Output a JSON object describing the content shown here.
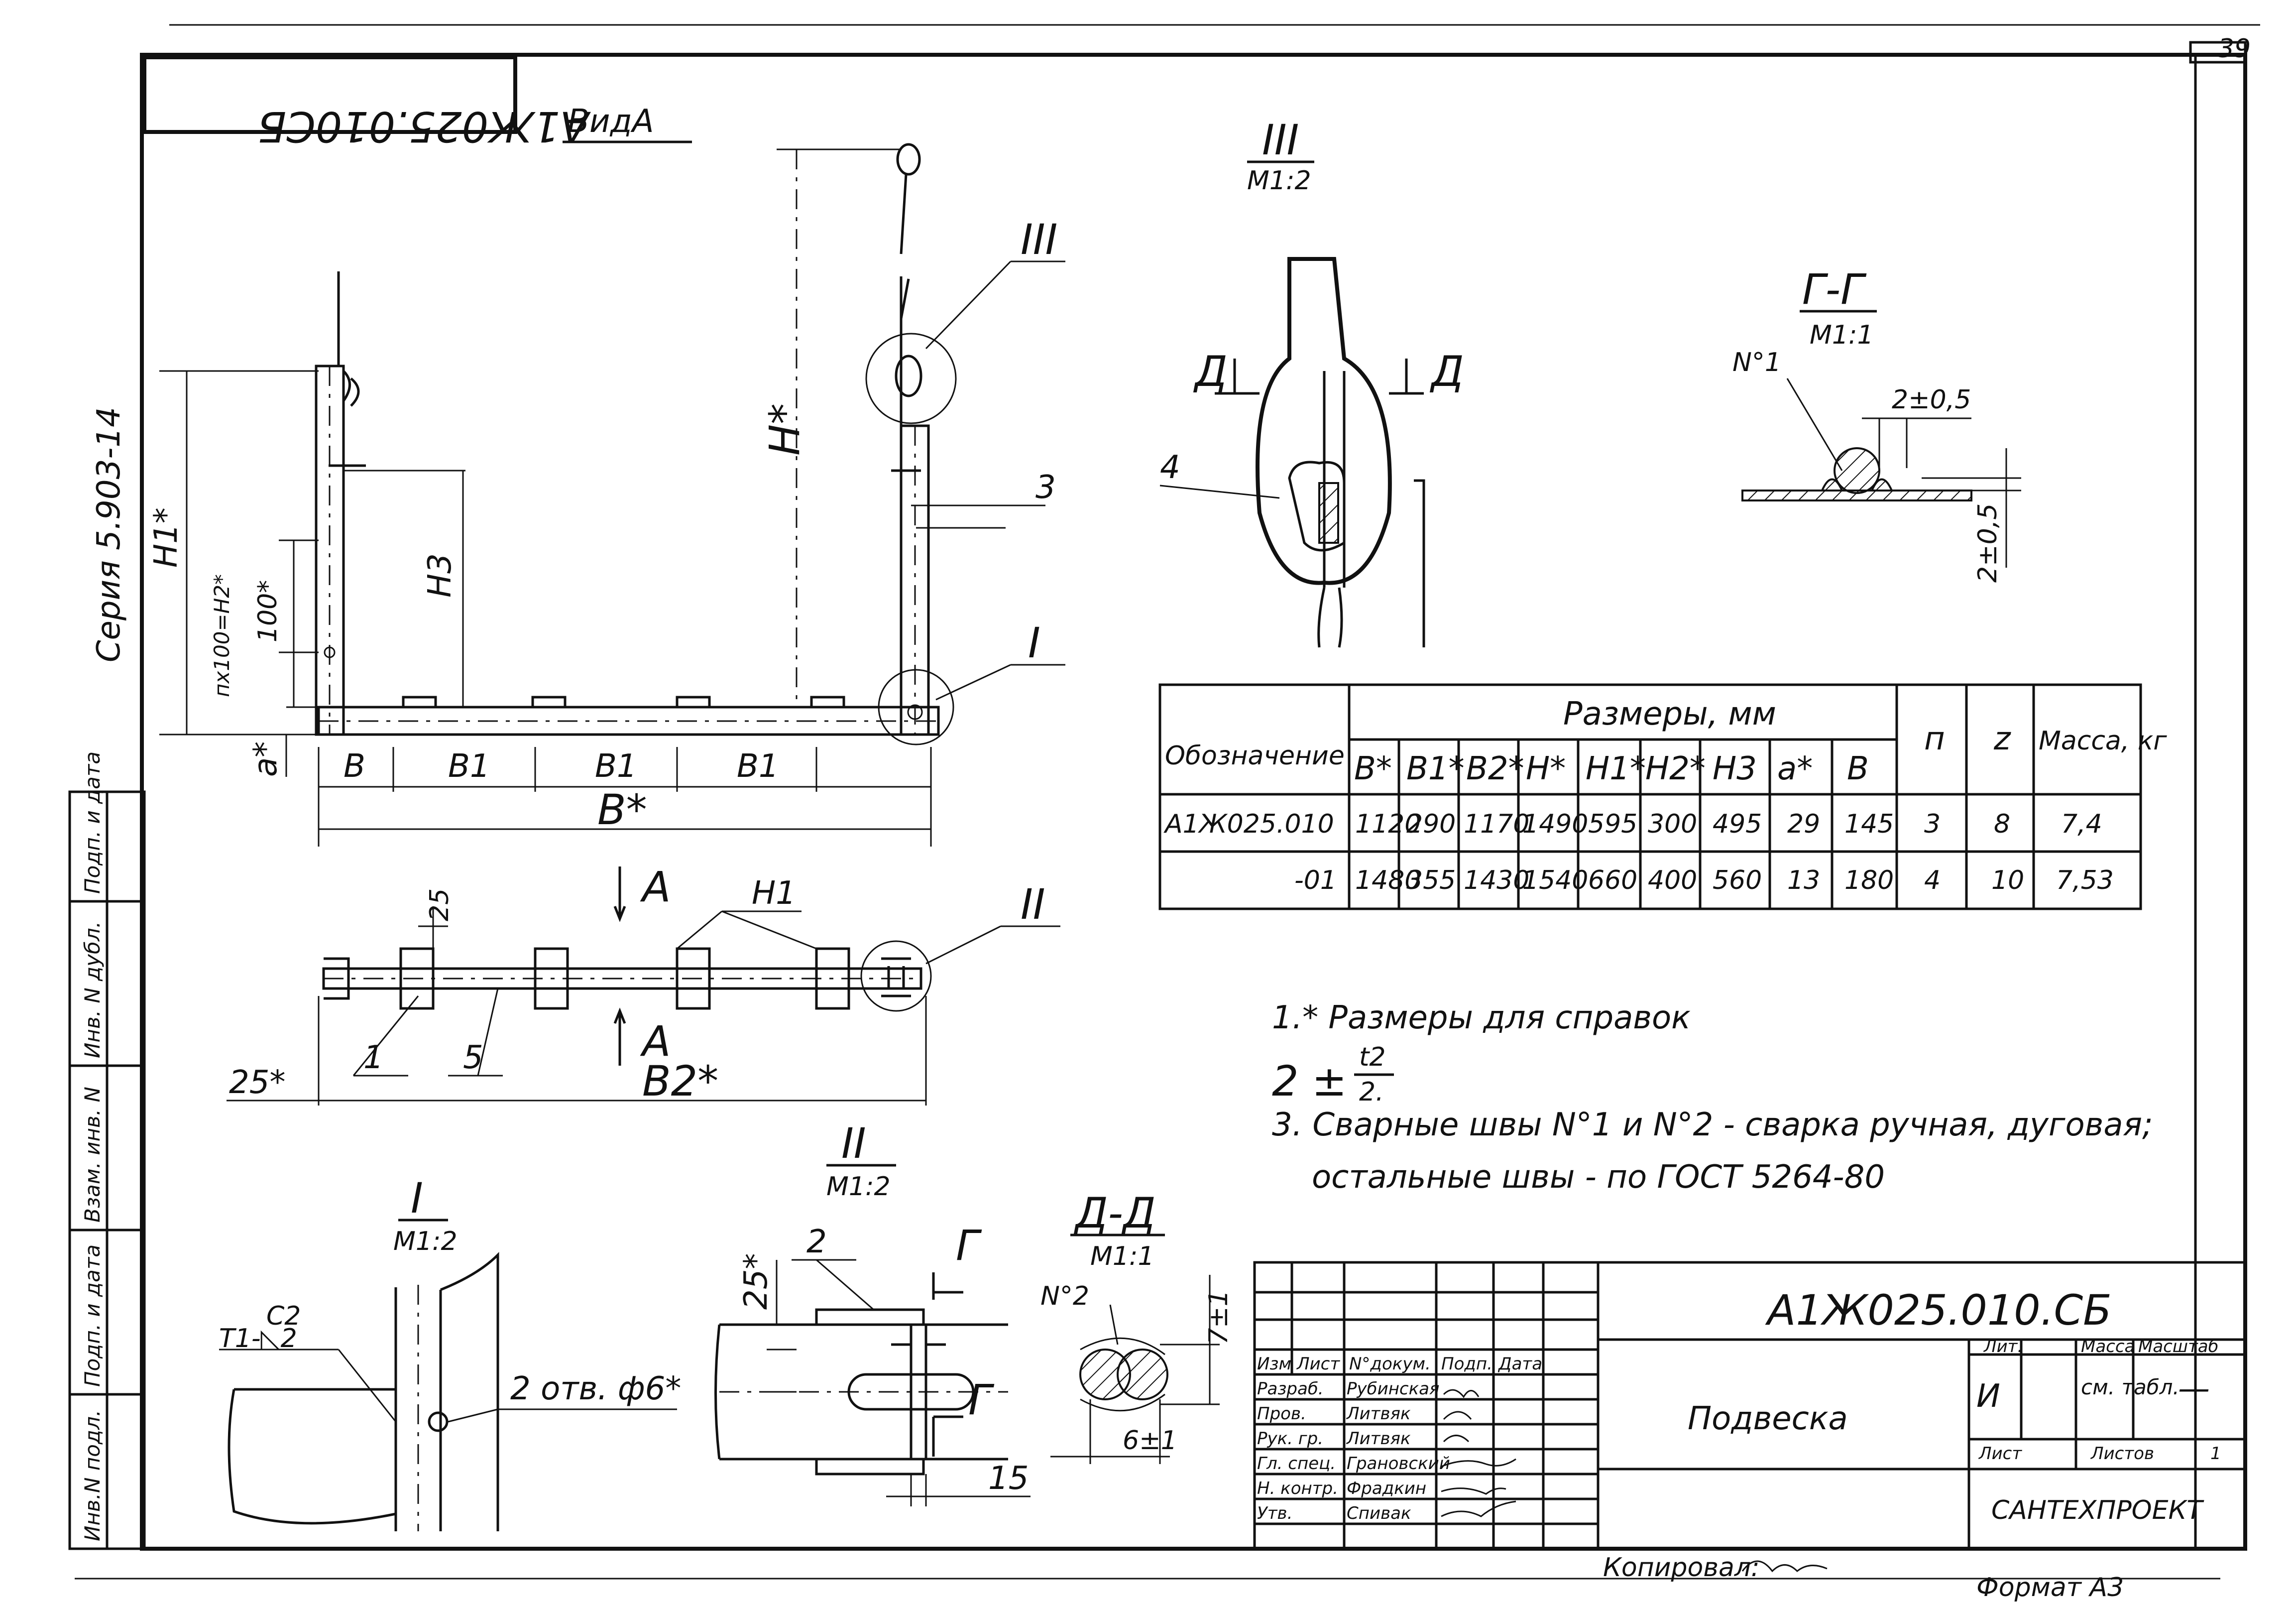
{
  "sheet": {
    "page_number": "39",
    "designation_rotated": "А1Ж025.010СБ",
    "series": "Серия 5.903-14"
  },
  "views": {
    "view_a": "ВидА",
    "detail_iii": "III",
    "detail_iii_scale": "М1:2",
    "detail_ii": "II",
    "detail_ii_scale": "М1:2",
    "detail_i": "I",
    "detail_i_scale": "М1:2",
    "section_gg": "Г-Г",
    "section_gg_scale": "М1:1",
    "section_dd": "Д-Д",
    "section_dd_scale": "М1:1",
    "section_d_left": "Д",
    "section_d_right": "Д",
    "section_g": "Г",
    "section_g2": "Г"
  },
  "dimensions": {
    "H_star": "Н*",
    "H1_star": "Н1*",
    "H3": "Н3",
    "nx100": "пх100=Н2*",
    "hundred": "100*",
    "a_star": "а*",
    "b": "В",
    "b1_a": "В1",
    "b1_b": "В1",
    "b1_c": "В1",
    "B_star": "В*",
    "B2_star": "В2*",
    "twentyfive": "25",
    "twentyfive_star": "25*",
    "A_top": "А",
    "A_bottom": "А",
    "H1_mark": "Н1",
    "pos_1": "1",
    "pos_2": "2",
    "pos_3": "3",
    "pos_4": "4",
    "pos_5": "5",
    "pos_I": "I",
    "pos_II": "II",
    "pos_III": "III",
    "weld1": "N°1",
    "weld2": "N°2",
    "gap": "2±0,5",
    "gap_v": "2±0,5",
    "seven": "7±1",
    "six": "6±1",
    "fifteen": "15",
    "hole": "2 отв. ф6*",
    "c2": "С2",
    "t1": "Т1-◺2"
  },
  "table": {
    "col_designation": "Обозначение",
    "col_sizes": "Размеры, мм",
    "col_n": "п",
    "col_z": "z",
    "col_mass": "Масса, кг",
    "sub_headers": [
      "В*",
      "В1*",
      "В2*",
      "Н*",
      "Н1*",
      "Н2*",
      "Н3",
      "а*",
      "В"
    ],
    "rows": [
      {
        "designation": "А1Ж025.010",
        "values": [
          "1120",
          "290",
          "1170",
          "1490",
          "595",
          "300",
          "495",
          "29",
          "145"
        ],
        "n": "3",
        "z": "8",
        "mass": "7,4"
      },
      {
        "designation": "-01",
        "values": [
          "1480",
          "355",
          "1430",
          "1540",
          "660",
          "400",
          "560",
          "13",
          "180"
        ],
        "n": "4",
        "z": "10",
        "mass": "7,53"
      }
    ]
  },
  "notes": {
    "note1": "1.* Размеры для справок",
    "note2_prefix": "2 ±",
    "note2_num": "t2",
    "note2_den": "2.",
    "note3": "3. Сварные швы N°1 и N°2 - сварка ручная, дуговая;",
    "note3b": "остальные швы - по ГОСТ 5264-80"
  },
  "side_strip": {
    "labels": [
      "Инв.N подл.",
      "Подп. и дата",
      "Взам. инв. N",
      "Инв. N дубл.",
      "Подп. и дата"
    ]
  },
  "title_block": {
    "doc_number": "А1Ж025.010.СБ",
    "name": "Подвеска",
    "org": "САНТЕХПРОЕКТ",
    "lit_label": "Лит.",
    "mass_label": "Масса",
    "scale_label": "Масштаб",
    "lit_value": "И",
    "mass_value": "см. табл.",
    "scale_value": "—",
    "sheet_label": "Лист",
    "sheets_label": "Листов",
    "sheets_value": "1",
    "header": [
      "Изм",
      "Лист",
      "N°докум.",
      "Подп.",
      "Дата"
    ],
    "people": [
      {
        "role": "Разраб.",
        "name": "Рубинская"
      },
      {
        "role": "Пров.",
        "name": "Литвяк"
      },
      {
        "role": "Рук. гр.",
        "name": "Литвяк"
      },
      {
        "role": "Гл. спец.",
        "name": "Грановский"
      },
      {
        "role": "Н. контр.",
        "name": "Фрадкин"
      },
      {
        "role": "Утв.",
        "name": "Спивак"
      }
    ],
    "copied": "Копировал:",
    "format": "Формат А3"
  }
}
